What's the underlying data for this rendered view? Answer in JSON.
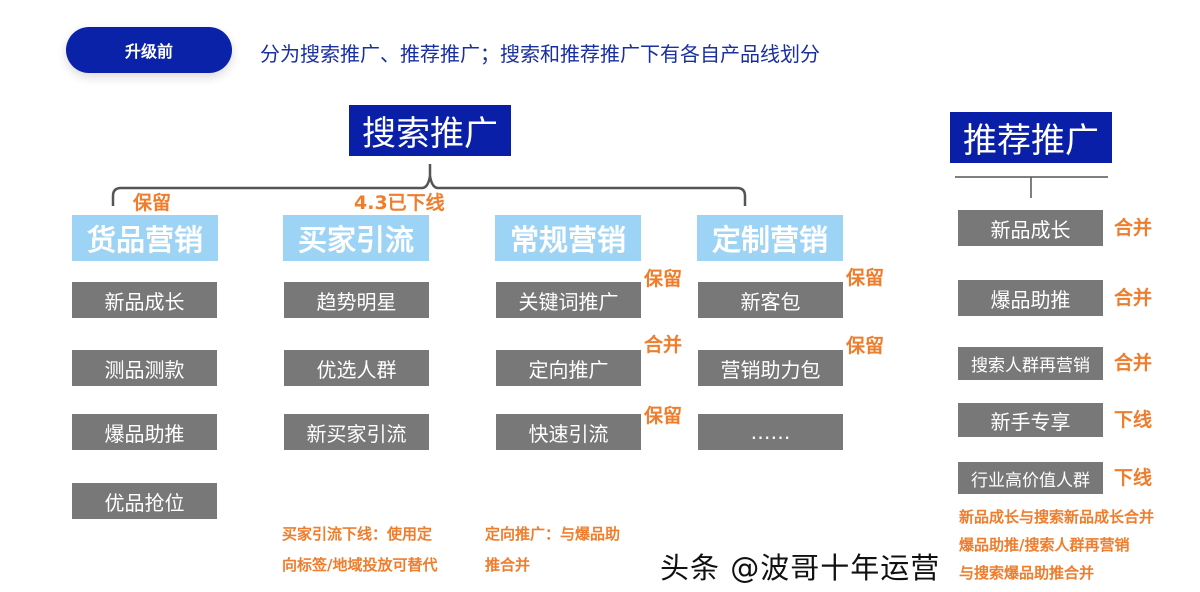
{
  "header": {
    "badge": "升级前",
    "subtitle": "分为搜索推广、推荐推广；搜索和推荐推广下有各自产品线划分"
  },
  "search": {
    "title": "搜索推广",
    "columns": [
      {
        "name": "货品营销",
        "tag": "保留",
        "items": [
          "新品成长",
          "测品测款",
          "爆品助推",
          "优品抢位"
        ]
      },
      {
        "name": "买家引流",
        "tag": "4.3已下线",
        "items": [
          "趋势明星",
          "优选人群",
          "新买家引流"
        ]
      },
      {
        "name": "常规营销",
        "items": [
          "关键词推广",
          "定向推广",
          "快速引流"
        ],
        "item_tags": [
          "保留",
          "合并",
          "保留"
        ]
      },
      {
        "name": "定制营销",
        "items": [
          "新客包",
          "营销助力包",
          "……"
        ],
        "item_tags": [
          "保留",
          "保留"
        ]
      }
    ],
    "notes": [
      [
        "买家引流下线：使用定",
        "向标签/地域投放可替代"
      ],
      [
        "定向推广：与爆品助",
        "推合并"
      ]
    ]
  },
  "recommend": {
    "title": "推荐推广",
    "items": [
      {
        "name": "新品成长",
        "tag": "合并"
      },
      {
        "name": "爆品助推",
        "tag": "合并"
      },
      {
        "name": "搜索人群再营销",
        "tag": "合并"
      },
      {
        "name": "新手专享",
        "tag": "下线"
      },
      {
        "name": "行业高价值人群",
        "tag": "下线"
      }
    ],
    "notes": [
      "新品成长与搜索新品成长合并",
      "爆品助推/搜索人群再营销",
      "与搜索爆品助推合并"
    ]
  },
  "watermark": "头条 @波哥十年运营",
  "colors": {
    "navy": "#0a1fa8",
    "light_blue": "#9dd3f5",
    "grey": "#787878",
    "orange": "#ef7d2c"
  }
}
